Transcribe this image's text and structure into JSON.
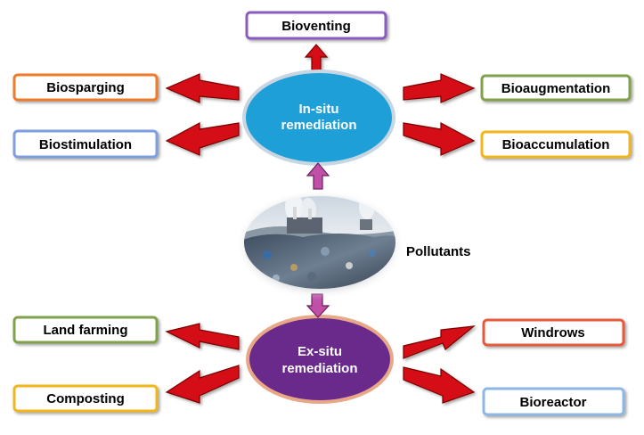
{
  "center": {
    "in_situ": {
      "line1": "In-situ",
      "line2": "remediation",
      "fill": "#1e9fd8"
    },
    "ex_situ": {
      "line1": "Ex-situ",
      "line2": "remediation",
      "fill": "#6a2a8c"
    },
    "pollutants_label": "Pollutants"
  },
  "in_situ_methods": {
    "top": "Bioventing",
    "left_upper": "Biosparging",
    "left_lower": "Biostimulation",
    "right_upper": "Bioaugmentation",
    "right_lower": "Bioaccumulation"
  },
  "ex_situ_methods": {
    "left_upper": "Land farming",
    "left_lower": "Composting",
    "right_upper": "Windrows",
    "right_lower": "Bioreactor"
  },
  "colors": {
    "arrow_red": "#d40f12",
    "arrow_outline": "#7a0000",
    "connector_magenta": "#c04fa8",
    "box_purple": "#8a5cc0",
    "box_orange": "#ee7a2a",
    "box_blue": "#7e9ee0",
    "box_green": "#7fa24c",
    "box_gold": "#f2b51e",
    "box_red": "#e45a3a",
    "box_blue_light": "#8fb7e6"
  }
}
